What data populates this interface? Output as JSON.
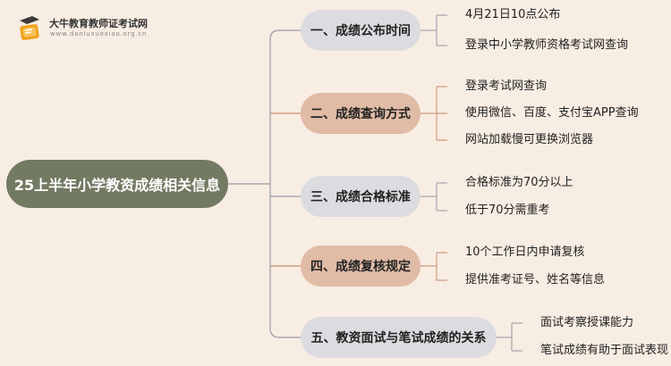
{
  "logo": {
    "name": "大牛教育教师证考试网",
    "url": "www.daniuxuexiao.org.cn",
    "icon": "book-cap-icon"
  },
  "root": {
    "label": "25上半年小学教资成绩相关信息"
  },
  "branches": [
    {
      "label": "一、成绩公布时间",
      "leaves": [
        "4月21日10点公布",
        "登录中小学教师资格考试网查询"
      ]
    },
    {
      "label": "二、成绩查询方式",
      "leaves": [
        "登录考试网查询",
        "使用微信、百度、支付宝APP查询",
        "网站加载慢可更换浏览器"
      ]
    },
    {
      "label": "三、成绩合格标准",
      "leaves": [
        "合格标准为70分以上",
        "低于70分需重考"
      ]
    },
    {
      "label": "四、成绩复核规定",
      "leaves": [
        "10个工作日内申请复核",
        "提供准考证号、姓名等信息"
      ]
    },
    {
      "label": "五、教资面试与笔试成绩的关系",
      "leaves": [
        "面试考察授课能力",
        "笔试成绩有助于面试表现"
      ]
    }
  ],
  "colors": {
    "background": "#f8ede3",
    "root": "#737a62",
    "branch_grey": "#dcdce0",
    "branch_tan": "#e0bba6",
    "connector_grey": "#a6a7ae",
    "connector_tan": "#cf9d80"
  }
}
